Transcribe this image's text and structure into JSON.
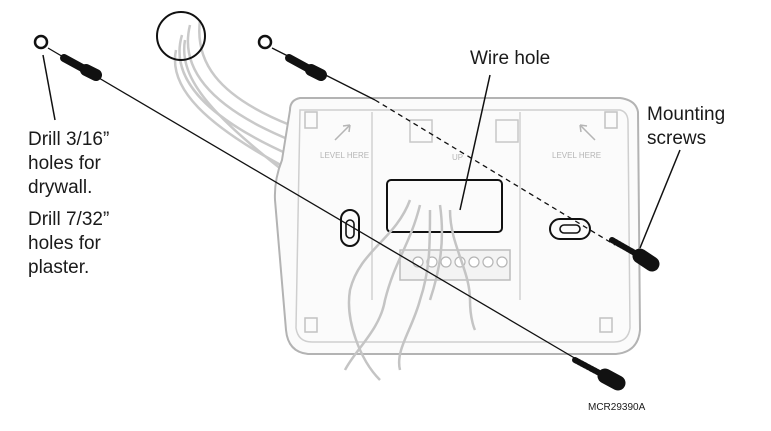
{
  "labels": {
    "drill_drywall": [
      "Drill 3/16”",
      "holes for",
      "drywall."
    ],
    "drill_plaster": [
      "Drill 7/32”",
      "holes for",
      "plaster."
    ],
    "wire_hole": "Wire hole",
    "mounting_screws": [
      "Mounting",
      "screws"
    ],
    "figure_code": "MCR29390A"
  },
  "plate_text": {
    "level_left": "LEVEL HERE",
    "level_right": "LEVEL HERE",
    "up_mark": "UP"
  }
}
